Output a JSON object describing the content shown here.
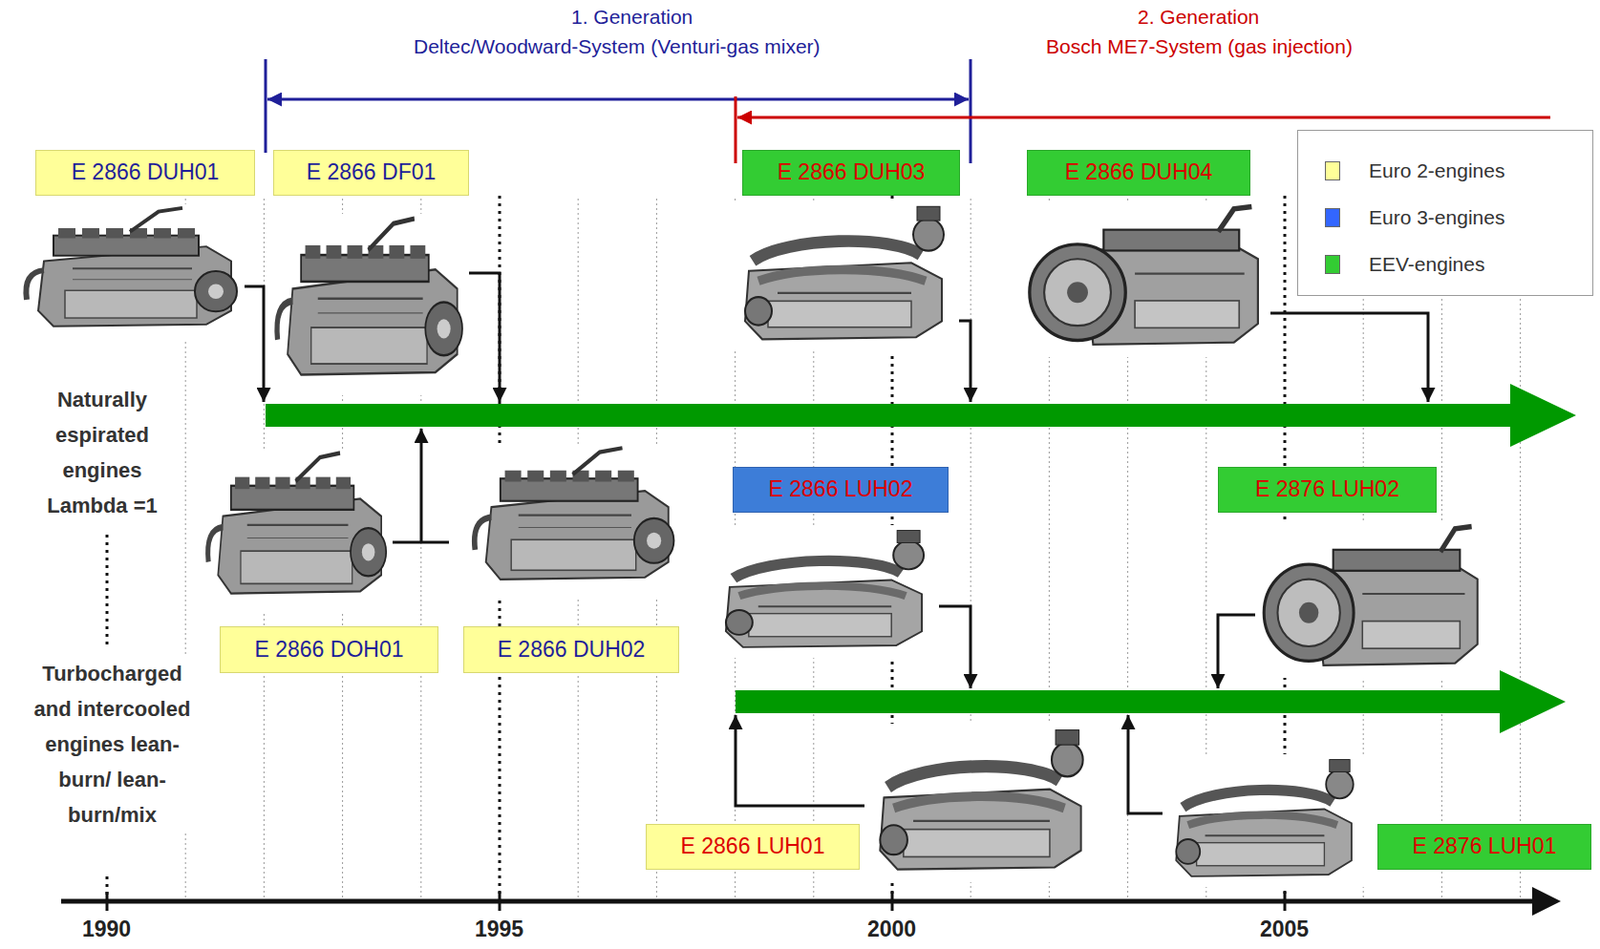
{
  "diagram": {
    "nodes": [
      {
        "text": [
          "E 2866 DUH01"
        ]
      },
      {
        "text": [
          "E 2866 DF01"
        ]
      },
      {
        "text": [
          "E 2866 DUH03"
        ]
      },
      {
        "text": [
          "E 2866 DUH04"
        ]
      },
      {
        "text": [
          "E 2866 LUH02"
        ]
      },
      {
        "text": [
          "E 2876 LUH02"
        ]
      },
      {
        "text": [
          "E 2866 DOH01"
        ]
      },
      {
        "text": [
          "E 2866 DUH02"
        ]
      },
      {
        "text": [
          "E 2866 LUH01"
        ]
      },
      {
        "text": [
          "E 2876 LUH01"
        ]
      }
    ],
    "labels": [
      "1. Generation",
      "Deltec/Woodward-System (Venturi-gas mixer)",
      "2. Generation",
      "Bosch ME7-System (gas injection)",
      "Naturally espirated engines Lambda =1",
      "Turbocharged and intercooled engines lean-burn/ lean-burn/mix",
      "1990",
      "1995",
      "2000",
      "2005"
    ],
    "legend": [
      {
        "text": "Euro 2-engines",
        "color": "#ffff99"
      },
      {
        "text": "Euro 3-engines",
        "color": "#3366ff"
      },
      {
        "text": "EEV-engines",
        "color": "#33cc33"
      }
    ]
  }
}
